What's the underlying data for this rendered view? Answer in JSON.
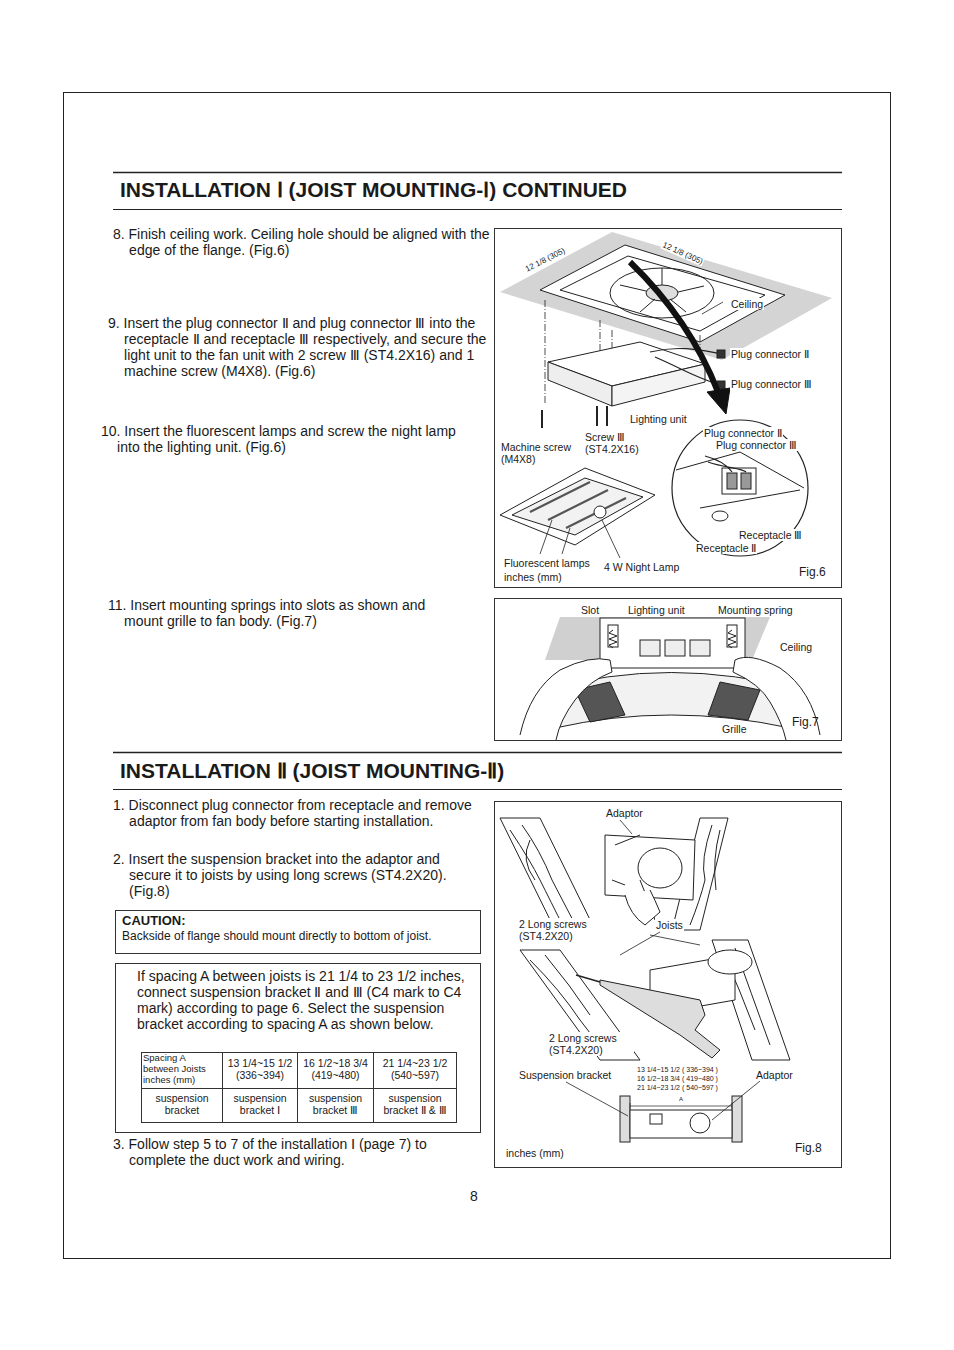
{
  "diagram": {
    "title": "INSTALLATION Ⅰ (JOIST MOUNTING-Ⅰ) CONTINUED",
    "nodes": [
      {
        "text": [
          "Fig.6"
        ]
      },
      {
        "text": [
          "Fig.7"
        ]
      },
      {
        "text": [
          "Fig.8"
        ]
      },
      {
        "text": [
          "CAUTION:",
          "Backside of flange should mount directly to bottom of joist."
        ]
      },
      {
        "text": [
          "If spacing A between joists is 21 1/4 to 23 1/2 inches, connect suspension bracket Ⅱ and Ⅲ (C4 mark to C4 mark) according to page 6. Select the suspension bracket according to spacing A as shown below."
        ]
      }
    ],
    "labels": [
      "8. Finish ceiling work. Ceiling hole should be aligned with the edge of the flange. (Fig.6)",
      "9. Insert the plug connector Ⅱ and plug connector Ⅲ into the receptacle Ⅱ and receptacle Ⅲ respectively, and secure the light unit to the fan unit with 2 screw Ⅲ (ST4.2X16) and 1 machine screw (M4X8). (Fig.6)",
      "10. Insert the fluorescent lamps and screw the night lamp into the lighting unit. (Fig.6)",
      "11. Insert mounting springs into slots as shown and mount grille to fan body. (Fig.7)",
      "INSTALLATION Ⅱ (JOIST MOUNTING-Ⅱ)",
      "1. Disconnect plug connector from receptacle and remove adaptor from fan body before starting installation.",
      "2. Insert the suspension bracket into the adaptor and secure it to joists by using long screws (ST4.2X20). (Fig.8)",
      "Spacing A between Joists inches (mm)",
      "13 1/4~15 1/2 (336~394)",
      "16 1/2~18 3/4 (419~480)",
      "21 1/4~23 1/2 (540~597)",
      "suspension bracket",
      "suspension bracket Ⅰ",
      "suspension bracket Ⅲ",
      "suspension bracket Ⅱ & Ⅲ",
      "3. Follow step 5 to 7 of the installation Ⅰ (page 7) to complete the duct work and wiring.",
      "8",
      "12 1/8 (305)",
      "12 1/8 (305)",
      "Ceiling",
      "Plug connector Ⅱ",
      "Plug connector Ⅲ",
      "Lighting unit",
      "Machine screw (M4X8)",
      "Screw Ⅲ (ST4.2X16)",
      "Plug connector Ⅱ",
      "Plug connector Ⅲ",
      "Receptacle Ⅲ",
      "Receptacle Ⅱ",
      "Fluorescent lamps",
      "4 W Night Lamp",
      "inches (mm)",
      "Slot",
      "Lighting unit",
      "Mounting spring",
      "Ceiling",
      "Grille",
      "Adaptor",
      "2 Long screws (ST4.2X20)",
      "Joists",
      "2 Long screws (ST4.2X20)",
      "Suspension bracket",
      "13 1/4~15 1/2 ( 336~394 )",
      "16 1/2~18 3/4 ( 419~480 )",
      "21 1/4~23 1/2 ( 540~597 )",
      "A",
      "Adaptor",
      "inches (mm)"
    ]
  }
}
